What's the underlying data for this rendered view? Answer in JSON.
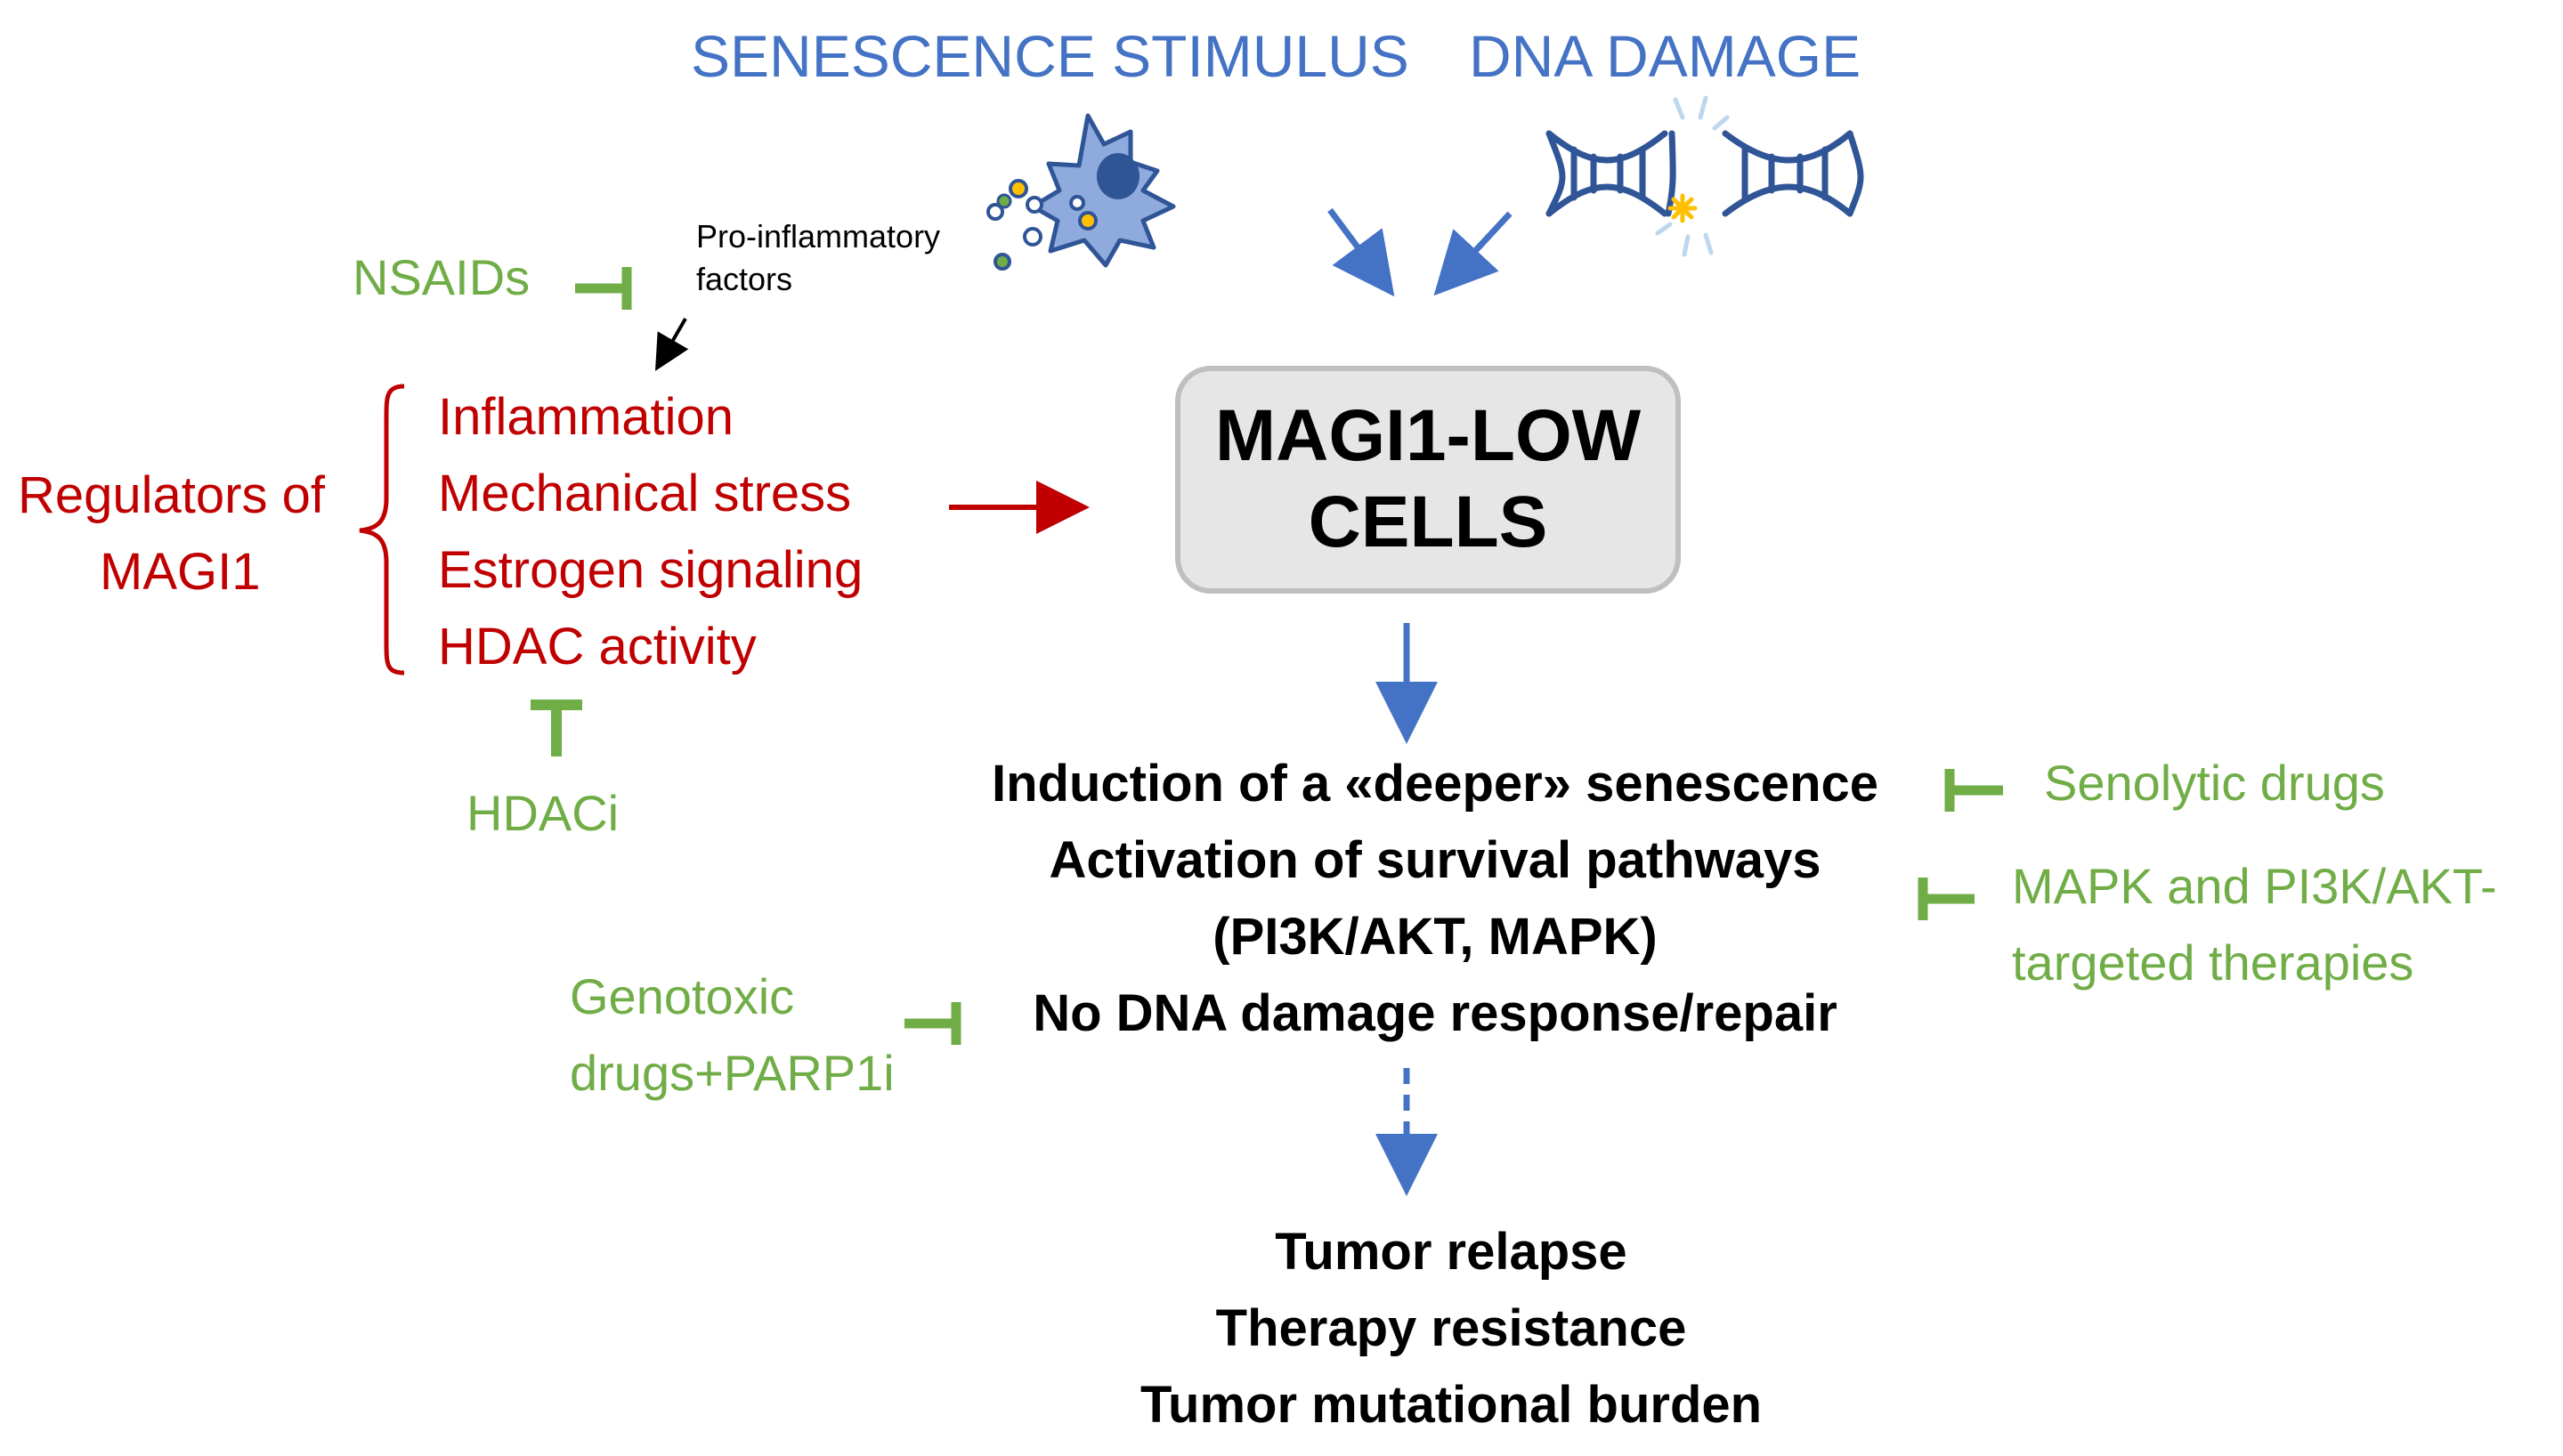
{
  "top": {
    "stimulus": "SENESCENCE STIMULUS",
    "dna_damage": "DNA DAMAGE"
  },
  "pro_inflammatory": {
    "line1": "Pro-inflammatory",
    "line2": "factors"
  },
  "inhibitors": {
    "nsaids": "NSAIDs",
    "hdaci": "HDACi",
    "senolytic": "Senolytic drugs",
    "mapk_line1": "MAPK and PI3K/AKT-",
    "mapk_line2": "targeted therapies",
    "genotoxic_line1": "Genotoxic",
    "genotoxic_line2": "drugs+PARP1i"
  },
  "regulators": {
    "label_line1": "Regulators of",
    "label_line2": "MAGI1",
    "items": [
      "Inflammation",
      "Mechanical stress",
      "Estrogen signaling",
      "HDAC activity"
    ]
  },
  "center_box": {
    "line1": "MAGI1-LOW",
    "line2": "CELLS"
  },
  "effects": [
    "Induction of a «deeper» senescence",
    "Activation of survival pathways",
    "(PI3K/AKT, MAPK)",
    "No DNA damage response/repair"
  ],
  "outcomes": [
    "Tumor relapse",
    "Therapy resistance",
    "Tumor mutational burden"
  ],
  "colors": {
    "blue": "#4472C4",
    "red": "#C00000",
    "green": "#70AD47",
    "box_fill": "#E7E6E6",
    "box_border": "#BFBFBF"
  }
}
